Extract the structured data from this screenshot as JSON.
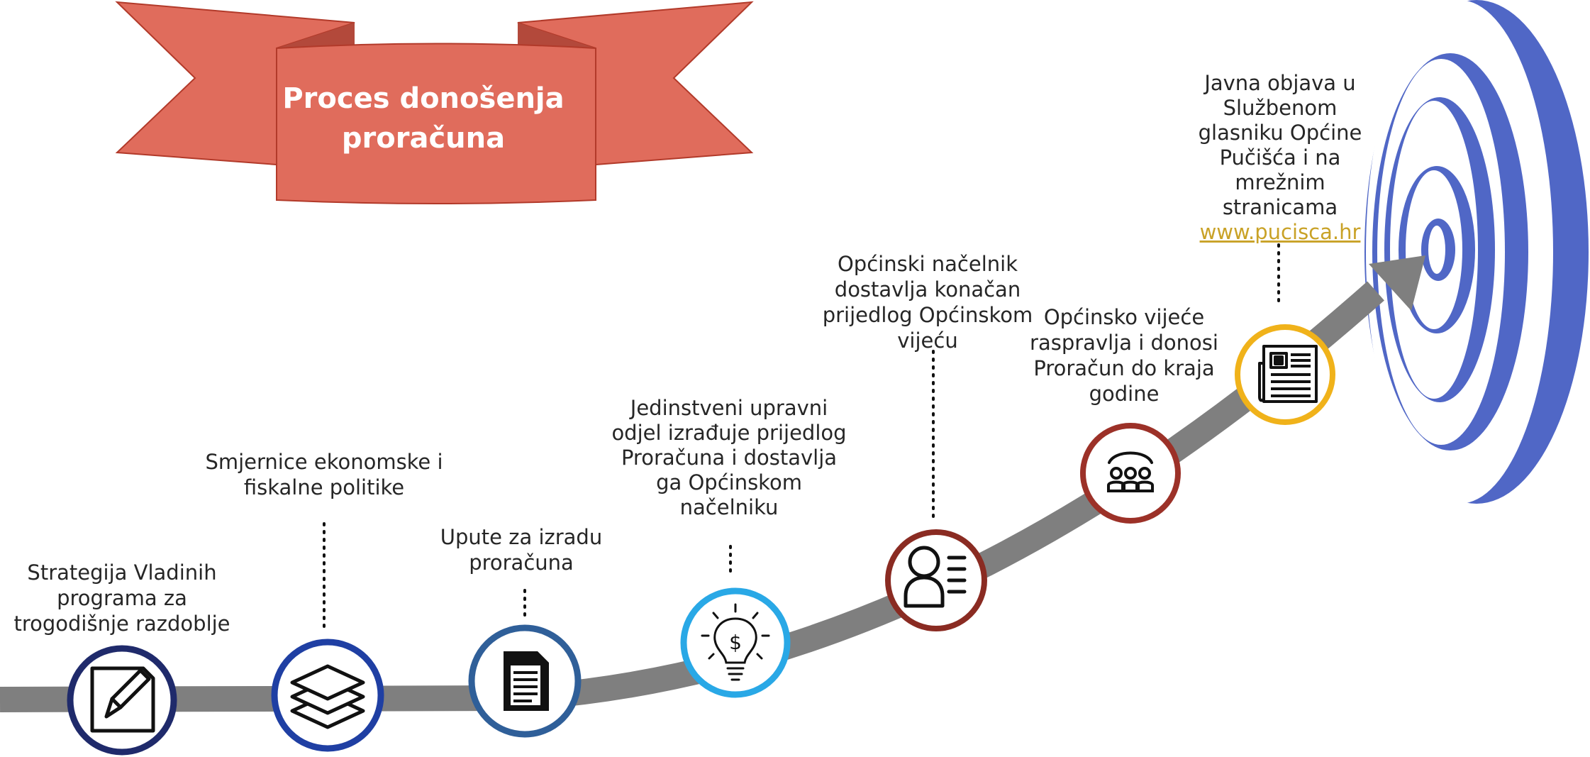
{
  "banner": {
    "title_line1": "Proces donošenja",
    "title_line2": "proračuna"
  },
  "steps": [
    {
      "icon": "edit-document-icon",
      "ring_color": "#1f2a6b",
      "lines": [
        "Strategija Vladinih",
        "programa za",
        "trogodišnje razdoblje"
      ]
    },
    {
      "icon": "layers-icon",
      "ring_color": "#1f3fa3",
      "lines": [
        "Smjernice ekonomske i",
        "fiskalne politike"
      ]
    },
    {
      "icon": "document-icon",
      "ring_color": "#2f5f99",
      "lines": [
        "Upute za izradu",
        "proračuna"
      ]
    },
    {
      "icon": "money-lightbulb-icon",
      "ring_color": "#29a8e6",
      "lines": [
        "Jedinstveni upravni",
        "odjel izrađuje prijedlog",
        "Proračuna i dostavlja",
        "ga Općinskom",
        "načelniku"
      ]
    },
    {
      "icon": "person-list-icon",
      "ring_color": "#8a2b22",
      "lines": [
        "Općinski načelnik",
        "dostavlja konačan",
        "prijedlog Općinskom",
        "vijeću"
      ]
    },
    {
      "icon": "council-meeting-icon",
      "ring_color": "#9c3128",
      "lines": [
        "Općinsko vijeće",
        "raspravlja i donosi",
        "Proračun do kraja",
        "godine"
      ]
    },
    {
      "icon": "newspaper-icon",
      "ring_color": "#f0b21a",
      "lines": [
        "Javna objava u",
        "Službenom",
        "glasniku Općine",
        "Pučišća i na",
        "mrežnim",
        "stranicama"
      ],
      "link": "www.pucisca.hr"
    }
  ],
  "colors": {
    "banner": "#e06c5c",
    "banner_fold": "#b3493b",
    "banner_border": "#b23a2a",
    "path": "#7f7f7f",
    "target": "#5067c6",
    "link": "#c9a227"
  }
}
